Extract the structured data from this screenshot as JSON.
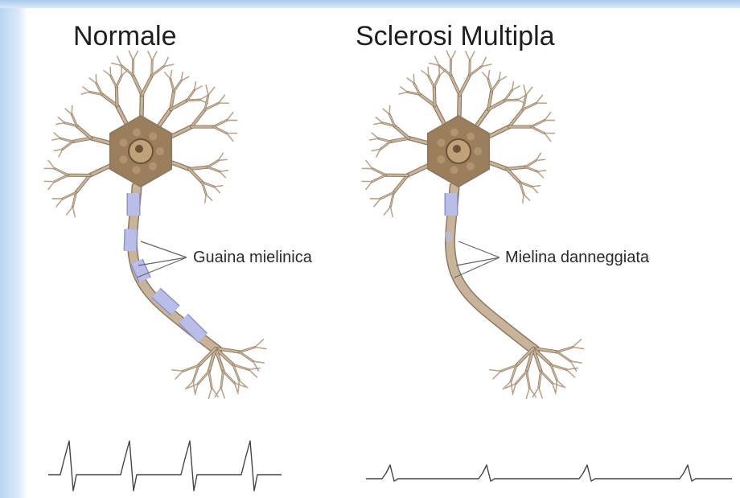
{
  "panels": [
    {
      "title": "Normale",
      "callout": "Guaina mielinica",
      "myelin": "intact",
      "signal": "strong"
    },
    {
      "title": "Sclerosi Multipla",
      "callout": "Mielina danneggiata",
      "myelin": "damaged",
      "signal": "weak"
    }
  ],
  "colors": {
    "myelin": "#b9bde8",
    "axon": "#c8b49a",
    "axon_outline": "#8e7a62",
    "soma": "#9b7f5c",
    "nucleus": "#6b5238",
    "signal": "#444444",
    "callout_line": "#666666"
  }
}
